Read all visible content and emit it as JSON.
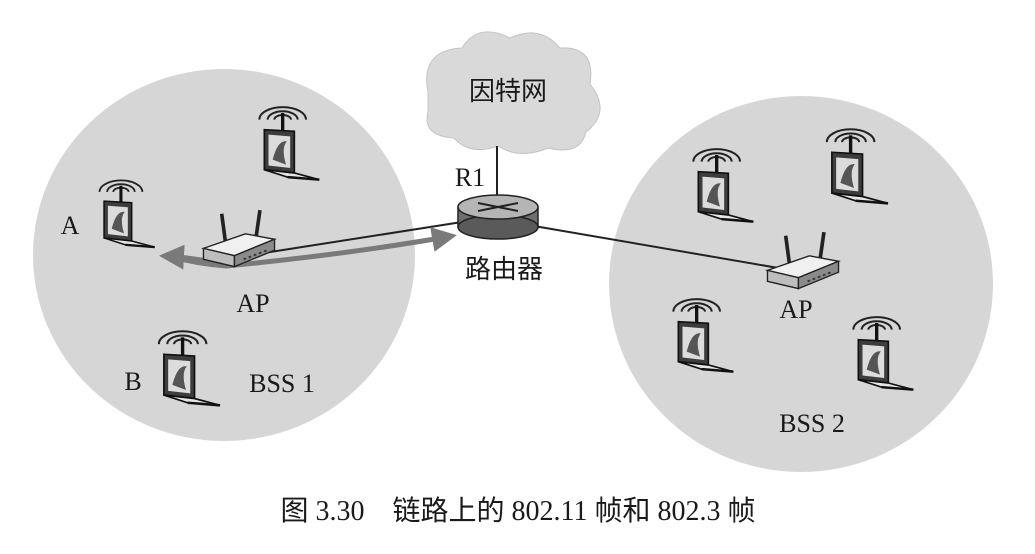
{
  "diagram": {
    "internet_label": "因特网",
    "router_name": "R1",
    "router_label": "路由器",
    "bss1": {
      "label": "BSS 1",
      "ap_label": "AP",
      "hosts": [
        {
          "label": "A"
        },
        {
          "label": "B"
        },
        {
          "label": ""
        }
      ]
    },
    "bss2": {
      "label": "BSS 2",
      "ap_label": "AP",
      "hosts": [
        {
          "label": ""
        },
        {
          "label": ""
        },
        {
          "label": ""
        },
        {
          "label": ""
        }
      ]
    },
    "caption": "图 3.30　链路上的 802.11 帧和 802.3 帧"
  },
  "colors": {
    "bss_fill": "#d6d6d6",
    "cloud_fill": "#d9d9d9",
    "arrow": "#7a7a7a",
    "line": "#222222"
  },
  "icons": {
    "router": "router-icon",
    "access_point": "access-point-icon",
    "laptop": "wireless-laptop-icon",
    "cloud": "internet-cloud-icon"
  }
}
